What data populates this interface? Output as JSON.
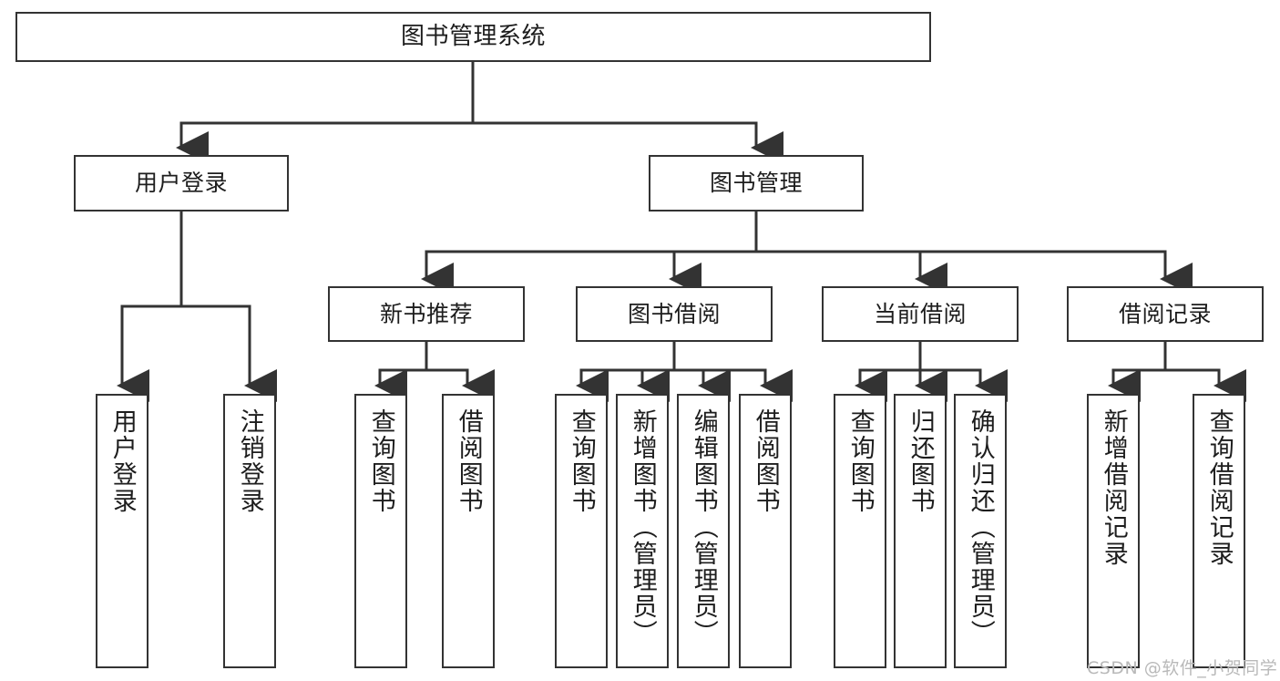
{
  "diagram": {
    "type": "tree",
    "title": "图书管理系统",
    "root": {
      "label": "图书管理系统"
    },
    "level1": [
      {
        "label": "用户登录"
      },
      {
        "label": "图书管理"
      }
    ],
    "level2": [
      {
        "label": "新书推荐"
      },
      {
        "label": "图书借阅"
      },
      {
        "label": "当前借阅"
      },
      {
        "label": "借阅记录"
      }
    ],
    "leaves": {
      "user_login": [
        {
          "label": "用户登录"
        },
        {
          "label": "注销登录"
        }
      ],
      "new_book_recommend": [
        {
          "label": "查询图书"
        },
        {
          "label": "借阅图书"
        }
      ],
      "book_borrow": [
        {
          "label": "查询图书"
        },
        {
          "label": "新增图书（管理员）"
        },
        {
          "label": "编辑图书（管理员）"
        },
        {
          "label": "借阅图书"
        }
      ],
      "current_borrow": [
        {
          "label": "查询图书"
        },
        {
          "label": "归还图书"
        },
        {
          "label": "确认归还（管理员）"
        }
      ],
      "borrow_record": [
        {
          "label": "新增借阅记录"
        },
        {
          "label": "查询借阅记录"
        }
      ]
    }
  },
  "watermark": {
    "text": "CSDN @软件_小贺同学"
  },
  "colors": {
    "box_border": "#333333",
    "box_fill": "#ffffff",
    "line": "#333333",
    "text": "#1d1d1d",
    "watermark": "#b9b9b9"
  }
}
